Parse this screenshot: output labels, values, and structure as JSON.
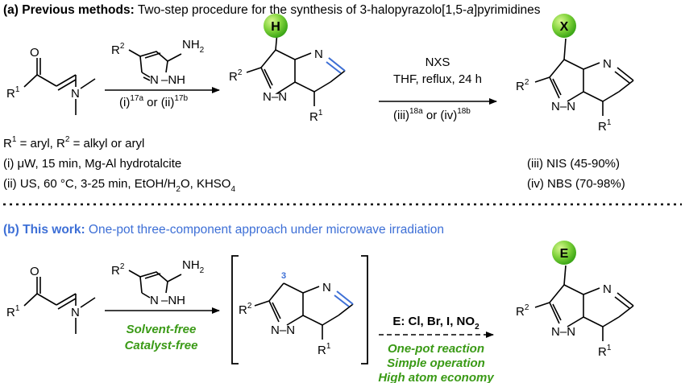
{
  "colors": {
    "blue": "#3d6fd6",
    "green": "#3a9a16",
    "ball_light": "#c6f06a",
    "ball_dark": "#44b81b",
    "bond": "#000000"
  },
  "section_a": {
    "heading_bold": "(a) Previous methods:",
    "heading_text": "Two-step procedure for the synthesis of 3-halopyrazolo[1,5-",
    "heading_italic": "a",
    "heading_end": "]pyrimidines"
  },
  "section_b": {
    "heading_bold": "(b) This work:",
    "heading_text": "One-pot three-component approach under microwave irradiation"
  },
  "labels": {
    "ring_n": "N",
    "ring_n_dash": "N",
    "nh": "NH",
    "nh2": "NH",
    "two": "2",
    "o": "O",
    "r": "R",
    "one": "1",
    "h_ball": "H",
    "x_ball": "X",
    "e_ball": "E",
    "position_3": "3"
  },
  "arrow_a1": {
    "conditions": "(i)",
    "ref1": "17a",
    "or": " or (ii)",
    "ref2": "17b"
  },
  "arrow_a2": {
    "reagent": "NXS",
    "conditions": "THF, reflux, 24 h",
    "below_1": "(iii)",
    "ref1": "18a",
    "below_or": " or (iv)",
    "ref2": "18b"
  },
  "notes_left": {
    "r_definition": "= aryl, R",
    "r_definition_end": "= alkyl or aryl",
    "cond_i": "(i)   μW, 15 min, Mg-Al hydrotalcite",
    "cond_ii": "(ii) US, 60 °C, 3-25 min, EtOH/H",
    "cond_ii_mid": "O, KHSO",
    "sub_2": "2",
    "sub_4": "4"
  },
  "notes_right": {
    "iii": "(iii) NIS  (45-90%)",
    "iv": "(iv) NBS  (70-98%)"
  },
  "arrow_b1": {
    "line1": "Solvent-free",
    "line2": "Catalyst-free"
  },
  "arrow_b2": {
    "reagent": "E: Cl, Br, I, NO",
    "reagent_sub": "2",
    "line1": "One-pot reaction",
    "line2": "Simple operation",
    "line3": "High atom economy"
  }
}
